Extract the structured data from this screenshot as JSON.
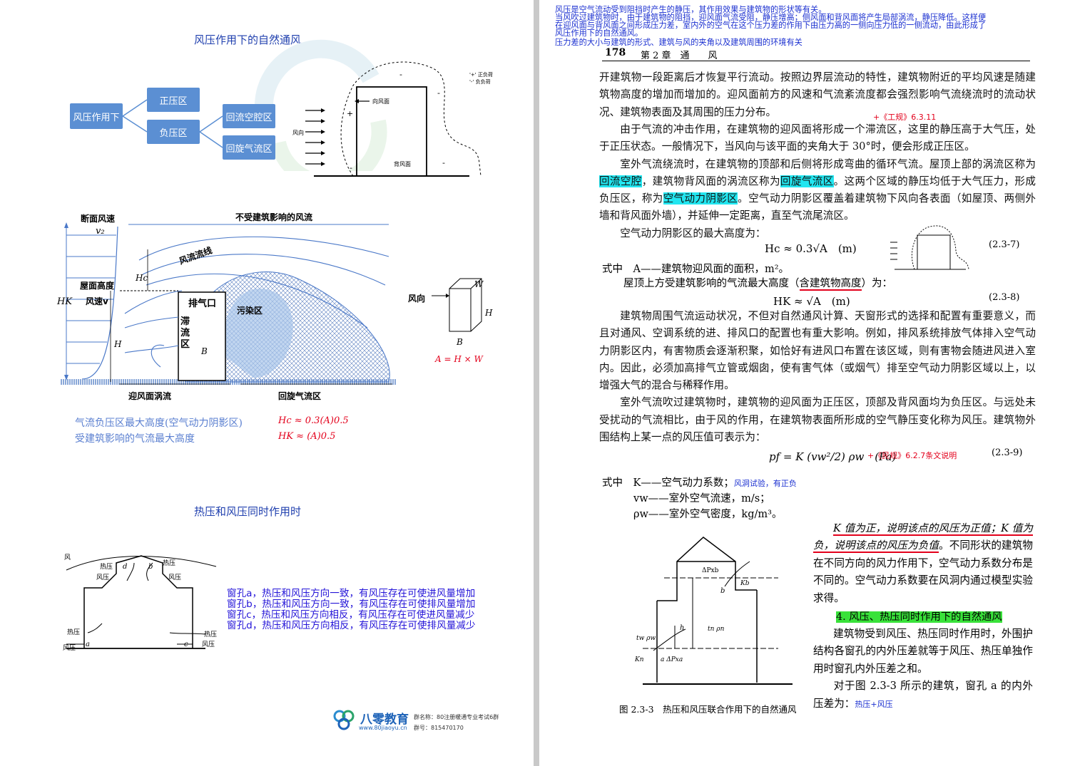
{
  "left": {
    "title1": "风压作用下的自然通风",
    "tree": {
      "root": "风压作用下",
      "positive": "正压区",
      "negative": "负压区",
      "cavity": "回流空腔区",
      "recirc": "回旋气流区"
    },
    "bldg1": {
      "legend_plus": "'+' 正负荷",
      "legend_minus": "'-' 负负荷",
      "windward": "向风面",
      "wind": "风向",
      "leeward": "背风面",
      "plus": "+",
      "minus": "-"
    },
    "flow": {
      "section_speed": "断面风速",
      "v2": "v₂",
      "free_flow": "不受建筑影响的风流",
      "streamline": "风流流线",
      "hc": "Hc",
      "roof_height": "屋面高度",
      "speed_v": "风速v",
      "hk": "HK",
      "exhaust": "排气口",
      "stagnant1": "滞",
      "stagnant2": "流",
      "stagnant3": "区",
      "pollution": "污染区",
      "h": "H",
      "b": "B",
      "windward_eddy": "迎风面涡流",
      "recirc_zone": "回旋气流区",
      "wind_dir": "风向",
      "w": "W",
      "box_h": "H",
      "box_b": "B",
      "area": "A = H × W"
    },
    "formula1_text": "气流负压区最大高度(空气动力阴影区)",
    "formula1": "Hc ≈ 0.3(A)0.5",
    "formula2_text": "受建筑影响的气流最大高度",
    "formula2": "HK ≈ (A)0.5",
    "title2": "热压和风压同时作用时",
    "combo": {
      "wind": "风",
      "thermal": "热压",
      "windp": "风压",
      "a": "a",
      "b": "b",
      "c": "c",
      "d": "d"
    },
    "window_notes": [
      "窗孔a，热压和风压方向一致，有风压存在可使进风量增加",
      "窗孔b，热压和风压方向一致，有风压存在可使排风量增加",
      "窗孔c，热压和风压方向相反，有风压存在可使进风量减少",
      "窗孔d，热压和风压方向相反，有风压存在可使排风量减少"
    ],
    "logo": {
      "name": "八零教育",
      "url": "www.80jiaoyu.cn",
      "group_name": "群名称：80注册暖通专业考试6群",
      "group_no": "群号：815470170"
    }
  },
  "right": {
    "notes": [
      "风压是空气流动受到阻挡时产生的静压，其作用效果与建筑物的形状等有关。",
      "当风吹过建筑物时，由于建筑物的阻挡，迎风面气流受阻，静压增高；侧风面和背风面将产生局部涡流，静压降低。这样便",
      "在迎风面与背风面之间形成压力差，室内外的空气在这个压力差的作用下由压力高的一侧向压力低的一侧流动，由此形成了",
      "风压作用下的自然通风。",
      "压力差的大小与建筑的形式、建筑与风的夹角以及建筑周围的环境有关"
    ],
    "page_no": "178",
    "chapter": "第 2 章　通　　风",
    "p1": "开建筑物一段距离后才恢复平行流动。按照边界层流动的特性，建筑物附近的平均风速是随建筑物高度的增加而增加的。迎风面前方的风速和气流紊流度都会强烈影响气流绕流时的流动状况、建筑物表面及其周围的压力分布。",
    "ref1": "+《工规》6.3.11",
    "p2": "由于气流的冲击作用，在建筑物的迎风面将形成一个滞流区，这里的静压高于大气压，处于正压状态。一般情况下，当风向与该平面的夹角大于 30°时，便会形成正压区。",
    "p3a": "室外气流绕流时，在建筑物的顶部和后侧将形成弯曲的循环气流。屋顶上部的涡流区称为",
    "p3_hl1": "回流空腔",
    "p3b": "，建筑物背风面的涡流区称为",
    "p3_hl2": "回旋气流区",
    "p3c": "。这两个区域的静压均低于大气压力，形成负压区，称为",
    "p3_hl3": "空气动力阴影区",
    "p3d": "。空气动力阴影区覆盖着建筑物下风向各表面（如屋顶、两侧外墙和背风面外墙），并延伸一定距离，直至气流尾流区。",
    "p4": "空气动力阴影区的最大高度为：",
    "eq237": "Hc ≈ 0.3√A　(m)",
    "eq237_no": "(2.3-7)",
    "where1": "式中　A——建筑物迎风面的面积，m²。",
    "p5a": "屋顶上方受建筑影响的气流最大高度（",
    "p5_ul": "含建筑物高度",
    "p5b": "）为：",
    "eq238": "HK ≈ √A　(m)",
    "eq238_no": "(2.3-8)",
    "p6": "建筑物周围气流运动状况，不但对自然通风计算、天窗形式的选择和配置有重要意义，而且对通风、空调系统的进、排风口的配置也有重大影响。例如，排风系统排放气体排入空气动力阴影区内，有害物质会逐渐积聚，如恰好有进风口布置在该区域，则有害物会随进风进入室内。因此，必须加高排气立管或烟囱，使有害气体（或烟气）排至空气动力阴影区域以上，以增强大气的混合与稀释作用。",
    "p7": "室外气流吹过建筑物时，建筑物的迎风面为正压区，顶部及背风面均为负压区。与远处未受扰动的气流相比，由于风的作用，在建筑物表面所形成的空气静压变化称为风压。建筑物外围结构上某一点的风压值可表示为：",
    "eq239": "pf = K (vw²/2) ρw　(Pa)",
    "eq239_ref": "+《民规》6.2.7条文说明",
    "eq239_no": "(2.3-9)",
    "var_k": "式中　K——空气动力系数；",
    "var_k_note": "风洞试验，有正负",
    "var_vw": "vw——室外空气流速，m/s；",
    "var_rho": "ρw——室外空气密度，kg/m³。",
    "p8_ul1": "K 值为正，说明该点的风压为正值；K 值为负，说明该点的风压为负值",
    "p8b": "。不同形状的建筑物在不同方向的风力作用下，空气动力系数分布是不同的。空气动力系数要在风洞内通过模型实验求得。",
    "sec4": "4. 风压、热压同时作用下的自然通风",
    "p9": "建筑物受到风压、热压同时作用时，外围护结构各窗孔的内外压差就等于风压、热压单独作用时窗孔内外压差之和。",
    "p10": "对于图 2.3-3 所示的建筑，窗孔 a 的内外压差为：",
    "p10_note": "热压+风压",
    "fig_caption": "图 2.3-3　热压和风压联合作用下的自然通风",
    "fig_labels": {
      "dpxb": "ΔPxb",
      "kb": "Kb",
      "b": "b",
      "h": "h",
      "tn": "tn ρn",
      "tw": "tw ρw",
      "kn": "Kn",
      "a": "a ΔPxa"
    }
  },
  "colors": {
    "accent_blue": "#1f3fae",
    "note_blue": "#1a2fd0",
    "red": "#e3001b",
    "cyan_highlight": "#22e6f0",
    "green_highlight": "#39e23a",
    "box_blue": "#5b8fd3"
  }
}
